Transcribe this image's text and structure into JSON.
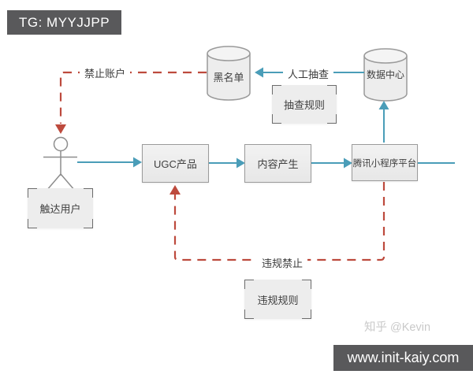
{
  "header": {
    "tg_label": "TG: MYYJJPP"
  },
  "footer": {
    "site_label": "www.init-kaiy.com",
    "watermark": "知乎 @Kevin"
  },
  "diagram": {
    "nodes": {
      "blacklist_db": "黑名单",
      "data_center_db": "数据中心",
      "ugc_product": "UGC产品",
      "content_generation": "内容产生",
      "tencent_platform": "腾讯小程序平台",
      "sampling_rules": "抽查规则",
      "violation_rules": "违规规则",
      "reach_users": "触达用户"
    },
    "edges": {
      "manual_sampling": "人工抽查",
      "ban_account": "禁止账户",
      "violation_ban": "违规禁止"
    },
    "colors": {
      "flow_arrow": "#4a9db8",
      "ban_arrow": "#bd4a3d",
      "bar_background": "#59595b",
      "node_fill": "#ededed",
      "node_border": "#9b9b9b",
      "watermark_text": "#c9c9c9"
    }
  }
}
